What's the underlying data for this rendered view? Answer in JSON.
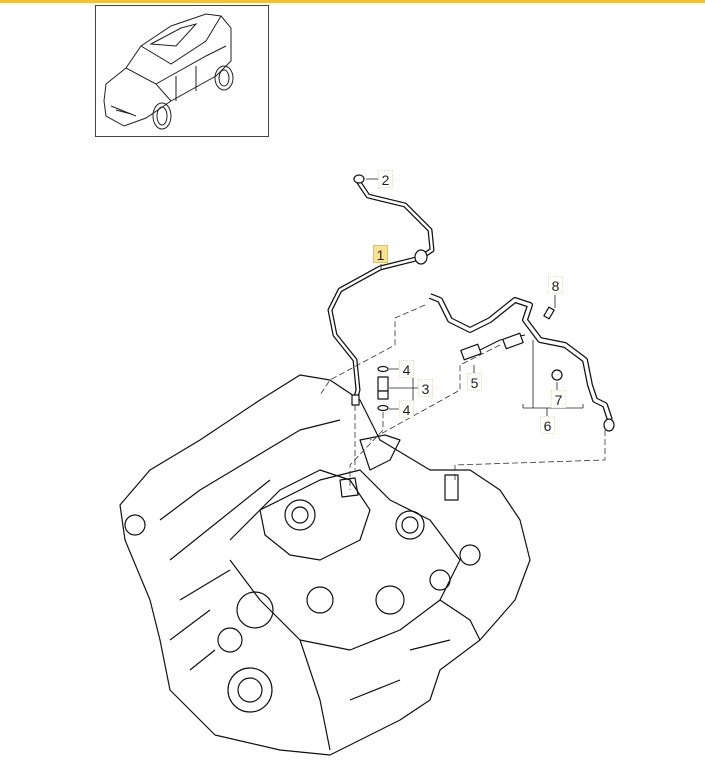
{
  "thumbnail": {
    "icon": "vehicle-suv-icon"
  },
  "callouts": [
    {
      "label": "1",
      "selected": true
    },
    {
      "label": "2"
    },
    {
      "label": "3"
    },
    {
      "label": "4"
    },
    {
      "label": "4"
    },
    {
      "label": "5"
    },
    {
      "label": "6"
    },
    {
      "label": "7"
    },
    {
      "label": "8"
    }
  ],
  "colors": {
    "accent": "#f2c230",
    "selected_callout": "#fbe28f"
  }
}
